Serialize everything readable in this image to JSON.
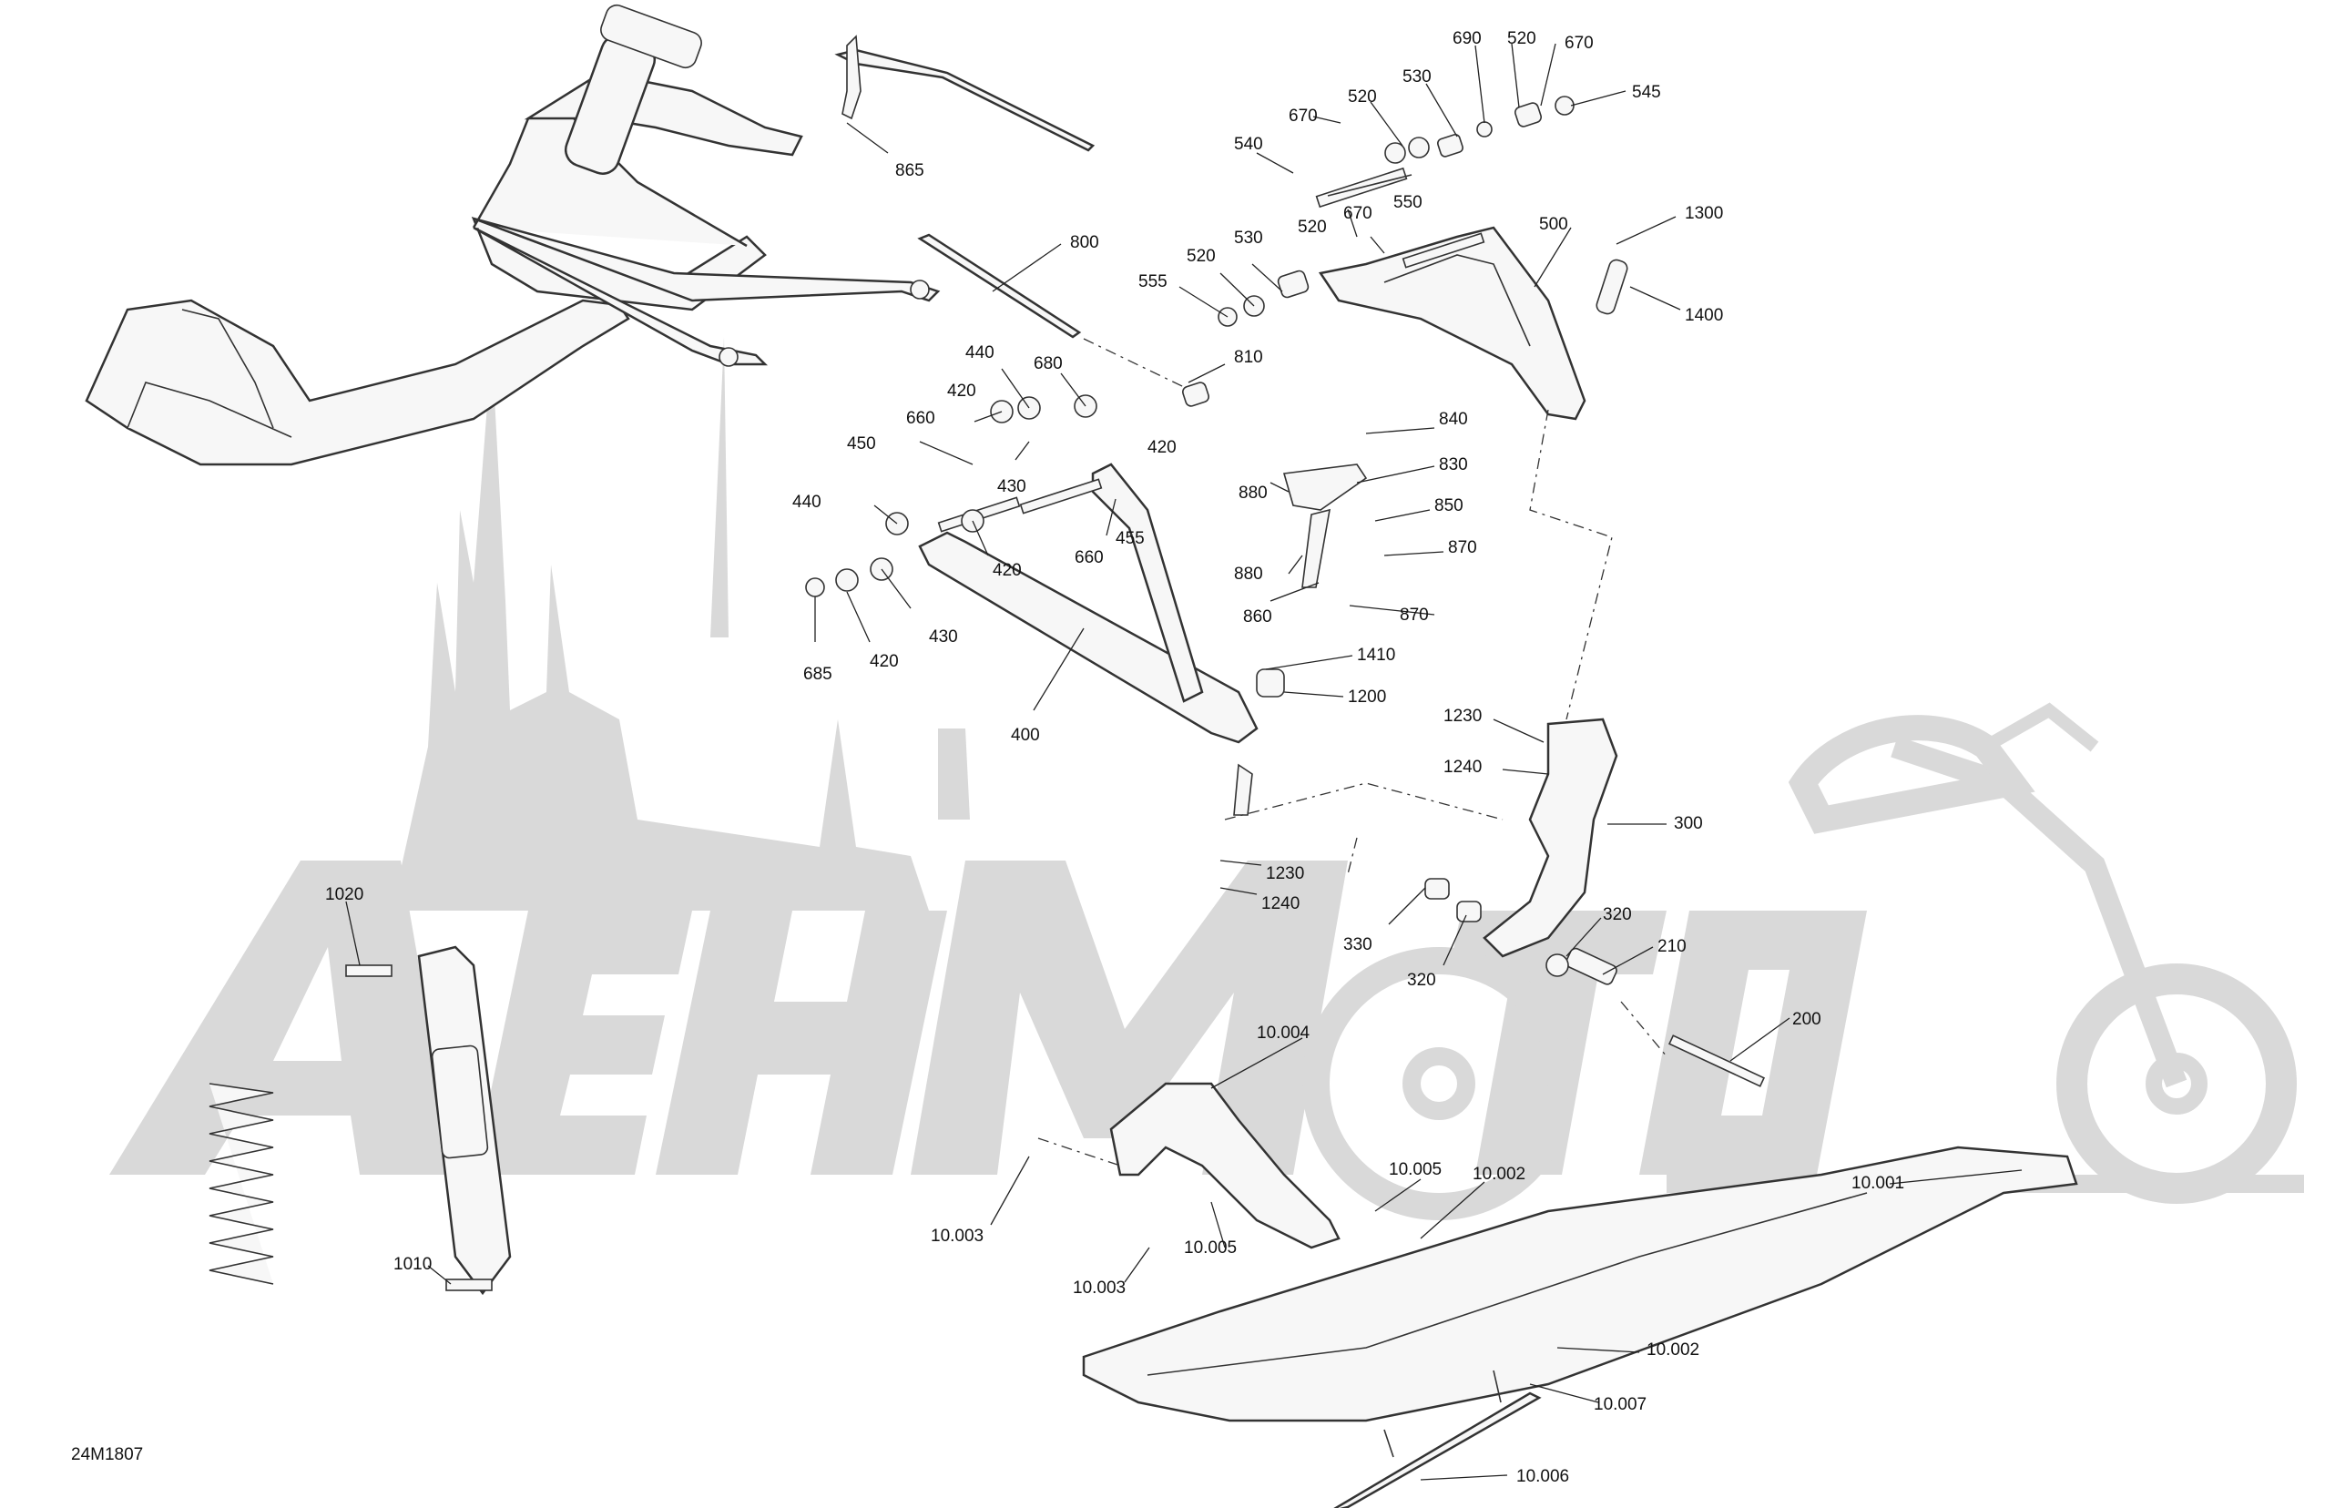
{
  "watermark": {
    "text": "AeHMoto"
  },
  "drawing_code": "24M1807",
  "callouts": [
    {
      "id": "c865",
      "text": "865"
    },
    {
      "id": "c800",
      "text": "800"
    },
    {
      "id": "c690",
      "text": "690"
    },
    {
      "id": "c520a",
      "text": "520"
    },
    {
      "id": "c670a",
      "text": "670"
    },
    {
      "id": "c530a",
      "text": "530"
    },
    {
      "id": "c520b",
      "text": "520"
    },
    {
      "id": "c545",
      "text": "545"
    },
    {
      "id": "c670b",
      "text": "670"
    },
    {
      "id": "c540",
      "text": "540"
    },
    {
      "id": "c550",
      "text": "550"
    },
    {
      "id": "c670c",
      "text": "670"
    },
    {
      "id": "c500",
      "text": "500"
    },
    {
      "id": "c1300",
      "text": "1300"
    },
    {
      "id": "c520c",
      "text": "520"
    },
    {
      "id": "c530b",
      "text": "530"
    },
    {
      "id": "c520d",
      "text": "520"
    },
    {
      "id": "c555",
      "text": "555"
    },
    {
      "id": "c1400",
      "text": "1400"
    },
    {
      "id": "c440a",
      "text": "440"
    },
    {
      "id": "c680",
      "text": "680"
    },
    {
      "id": "c810",
      "text": "810"
    },
    {
      "id": "c420a",
      "text": "420"
    },
    {
      "id": "c660a",
      "text": "660"
    },
    {
      "id": "c450",
      "text": "450"
    },
    {
      "id": "c420b",
      "text": "420"
    },
    {
      "id": "c840",
      "text": "840"
    },
    {
      "id": "c430a",
      "text": "430"
    },
    {
      "id": "c830",
      "text": "830"
    },
    {
      "id": "c880a",
      "text": "880"
    },
    {
      "id": "c440b",
      "text": "440"
    },
    {
      "id": "c455",
      "text": "455"
    },
    {
      "id": "c850",
      "text": "850"
    },
    {
      "id": "c660b",
      "text": "660"
    },
    {
      "id": "c420c",
      "text": "420"
    },
    {
      "id": "c870a",
      "text": "870"
    },
    {
      "id": "c880b",
      "text": "880"
    },
    {
      "id": "c430b",
      "text": "430"
    },
    {
      "id": "c860",
      "text": "860"
    },
    {
      "id": "c870b",
      "text": "870"
    },
    {
      "id": "c685",
      "text": "685"
    },
    {
      "id": "c420d",
      "text": "420"
    },
    {
      "id": "c1410",
      "text": "1410"
    },
    {
      "id": "c1200",
      "text": "1200"
    },
    {
      "id": "c400",
      "text": "400"
    },
    {
      "id": "c1230a",
      "text": "1230"
    },
    {
      "id": "c1240a",
      "text": "1240"
    },
    {
      "id": "c300",
      "text": "300"
    },
    {
      "id": "c1230b",
      "text": "1230"
    },
    {
      "id": "c1240b",
      "text": "1240"
    },
    {
      "id": "c1020",
      "text": "1020"
    },
    {
      "id": "c320a",
      "text": "320"
    },
    {
      "id": "c330",
      "text": "330"
    },
    {
      "id": "c210",
      "text": "210"
    },
    {
      "id": "c320b",
      "text": "320"
    },
    {
      "id": "c200",
      "text": "200"
    },
    {
      "id": "c10004",
      "text": "10.004"
    },
    {
      "id": "c10005a",
      "text": "10.005"
    },
    {
      "id": "c10002a",
      "text": "10.002"
    },
    {
      "id": "c10001",
      "text": "10.001"
    },
    {
      "id": "c10003a",
      "text": "10.003"
    },
    {
      "id": "c10005b",
      "text": "10.005"
    },
    {
      "id": "c1010",
      "text": "1010"
    },
    {
      "id": "c10003b",
      "text": "10.003"
    },
    {
      "id": "c10002b",
      "text": "10.002"
    },
    {
      "id": "c10007",
      "text": "10.007"
    },
    {
      "id": "c10006",
      "text": "10.006"
    }
  ]
}
